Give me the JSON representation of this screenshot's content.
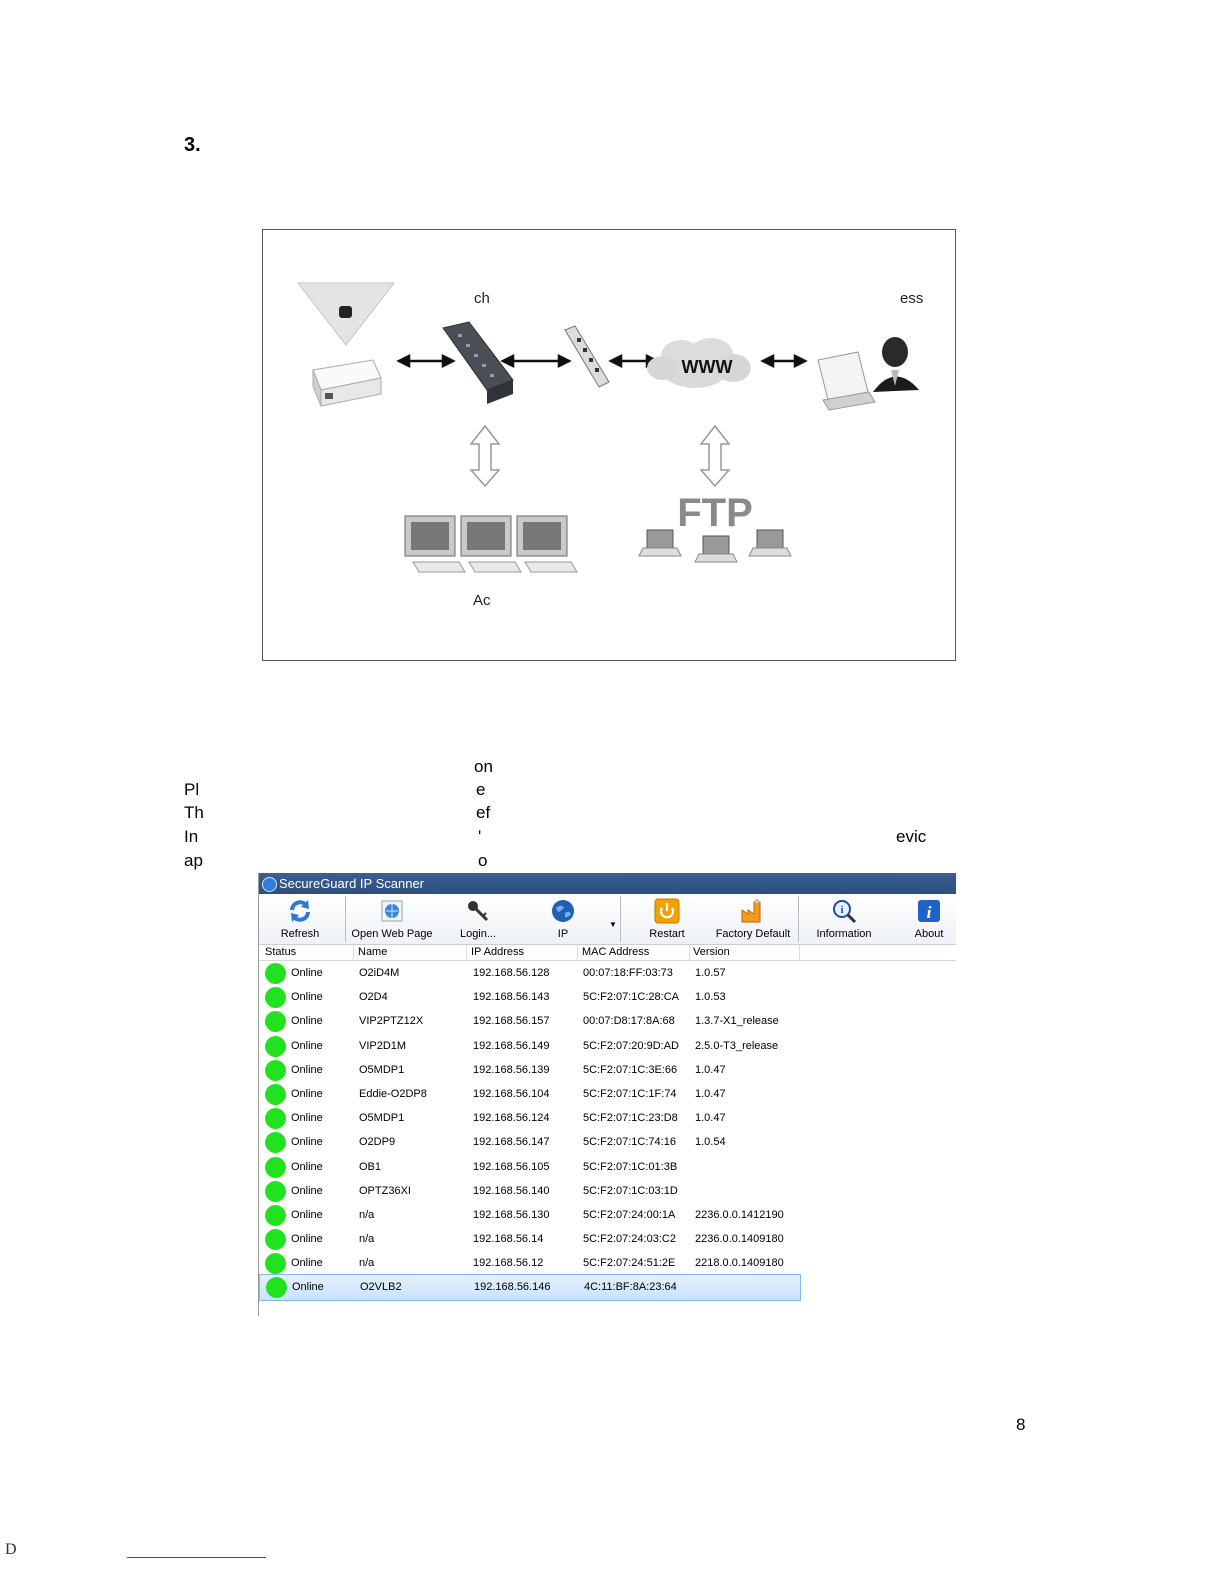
{
  "heading": "3.",
  "diagram": {
    "labels": {
      "top_switch": "ch",
      "top_right": "ess",
      "bottom_left": "Ac"
    },
    "cloud_text": "WWW",
    "ftp_text": "FTP"
  },
  "paragraph": {
    "line1": "on",
    "line2a": "Pl",
    "line2b": "e",
    "line3a": "Th",
    "line3b": "ef",
    "line4a": "In",
    "line4b": "'",
    "line4c": "evic",
    "line5a": "ap",
    "line5b": "o"
  },
  "scanner": {
    "title": "SecureGuard IP Scanner",
    "toolbar": [
      {
        "label": "Refresh",
        "icon": "refresh-icon"
      },
      {
        "label": "Open Web Page",
        "icon": "web-page-icon"
      },
      {
        "label": "Login...",
        "icon": "key-icon"
      },
      {
        "label": "IP",
        "icon": "globe-icon"
      },
      {
        "label": "Restart",
        "icon": "power-icon"
      },
      {
        "label": "Factory Default",
        "icon": "factory-icon"
      },
      {
        "label": "Information",
        "icon": "magnifier-icon"
      },
      {
        "label": "About",
        "icon": "info-icon"
      }
    ],
    "columns": [
      "Status",
      "Name",
      "IP Address",
      "MAC Address",
      "Version"
    ],
    "rows": [
      {
        "status": "Online",
        "name": "O2iD4M",
        "ip": "192.168.56.128",
        "mac": "00:07:18:FF:03:73",
        "version": "1.0.57"
      },
      {
        "status": "Online",
        "name": "O2D4",
        "ip": "192.168.56.143",
        "mac": "5C:F2:07:1C:28:CA",
        "version": "1.0.53"
      },
      {
        "status": "Online",
        "name": "VIP2PTZ12X",
        "ip": "192.168.56.157",
        "mac": "00:07:D8:17:8A:68",
        "version": "1.3.7-X1_release"
      },
      {
        "status": "Online",
        "name": "VIP2D1M",
        "ip": "192.168.56.149",
        "mac": "5C:F2:07:20:9D:AD",
        "version": "2.5.0-T3_release"
      },
      {
        "status": "Online",
        "name": "O5MDP1",
        "ip": "192.168.56.139",
        "mac": "5C:F2:07:1C:3E:66",
        "version": "1.0.47"
      },
      {
        "status": "Online",
        "name": "Eddie-O2DP8",
        "ip": "192.168.56.104",
        "mac": "5C:F2:07:1C:1F:74",
        "version": "1.0.47"
      },
      {
        "status": "Online",
        "name": "O5MDP1",
        "ip": "192.168.56.124",
        "mac": "5C:F2:07:1C:23:D8",
        "version": "1.0.47"
      },
      {
        "status": "Online",
        "name": "O2DP9",
        "ip": "192.168.56.147",
        "mac": "5C:F2:07:1C:74:16",
        "version": "1.0.54"
      },
      {
        "status": "Online",
        "name": "OB1",
        "ip": "192.168.56.105",
        "mac": "5C:F2:07:1C:01:3B",
        "version": ""
      },
      {
        "status": "Online",
        "name": "OPTZ36XI",
        "ip": "192.168.56.140",
        "mac": "5C:F2:07:1C:03:1D",
        "version": ""
      },
      {
        "status": "Online",
        "name": "n/a",
        "ip": "192.168.56.130",
        "mac": "5C:F2:07:24:00:1A",
        "version": "2236.0.0.1412190"
      },
      {
        "status": "Online",
        "name": "n/a",
        "ip": "192.168.56.14",
        "mac": "5C:F2:07:24:03:C2",
        "version": "2236.0.0.1409180"
      },
      {
        "status": "Online",
        "name": "n/a",
        "ip": "192.168.56.12",
        "mac": "5C:F2:07:24:51:2E",
        "version": "2218.0.0.1409180"
      },
      {
        "status": "Online",
        "name": "O2VLB2",
        "ip": "192.168.56.146",
        "mac": "4C:11:BF:8A:23:64",
        "version": ""
      }
    ]
  },
  "page_number": "8",
  "footer_letter": "D",
  "colors": {
    "online": "#22e21f",
    "selected_row": "#c9e2fb",
    "titlebar": "#2c4e7e"
  }
}
